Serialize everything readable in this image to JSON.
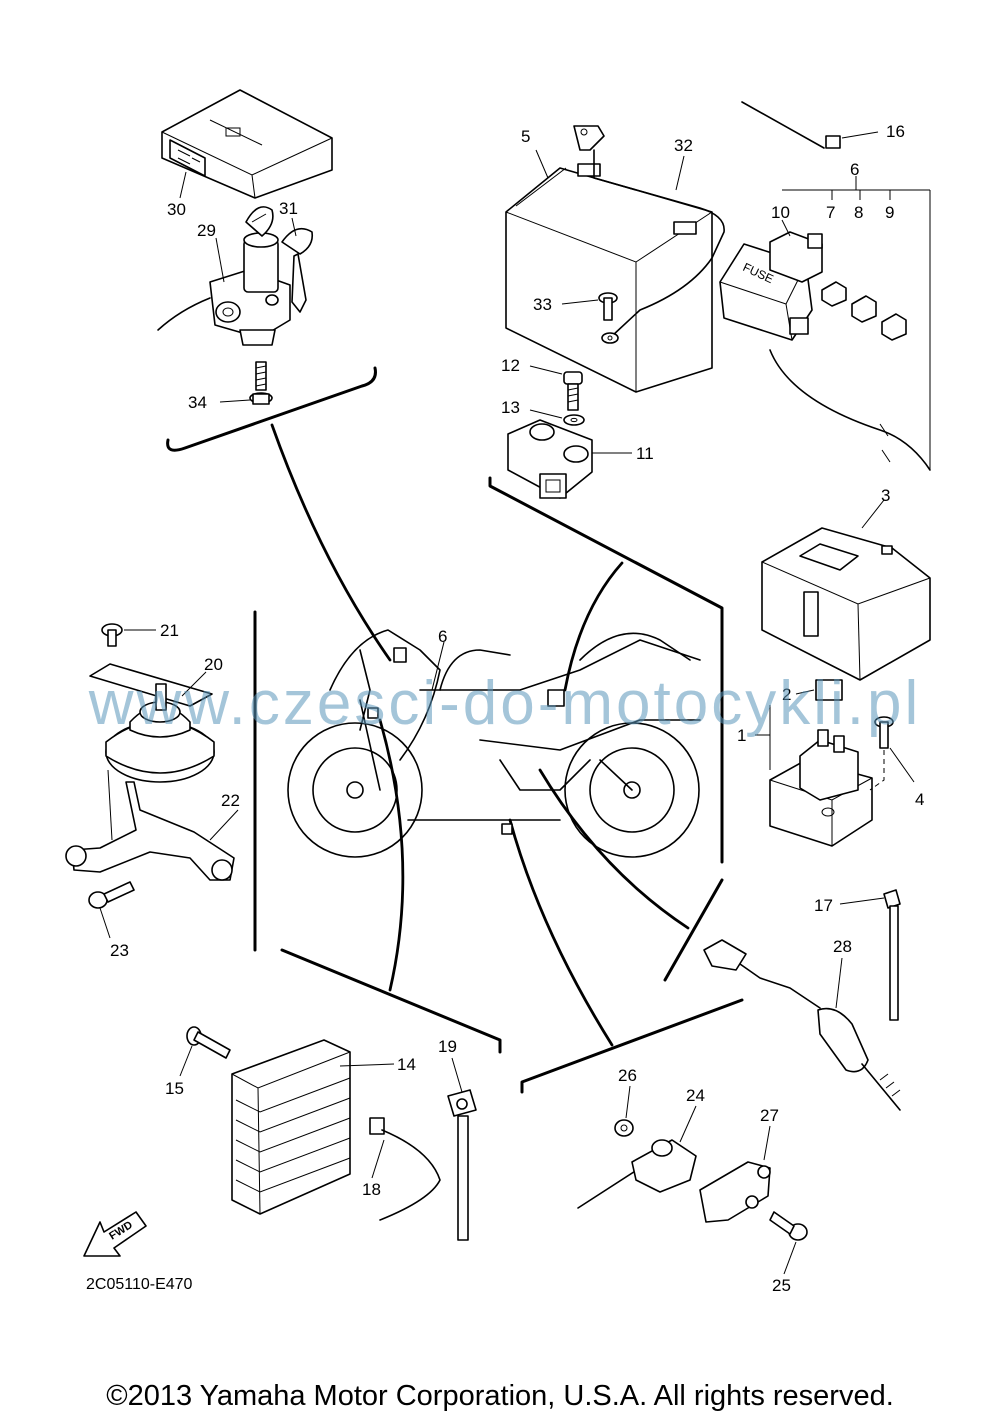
{
  "labels": {
    "l1": "1",
    "l2": "2",
    "l3": "3",
    "l4": "4",
    "l5": "5",
    "l6a": "6",
    "l6b": "6",
    "l7": "7",
    "l8": "8",
    "l9": "9",
    "l10": "10",
    "l11": "11",
    "l12": "12",
    "l13": "13",
    "l14": "14",
    "l15": "15",
    "l16": "16",
    "l17": "17",
    "l18": "18",
    "l19": "19",
    "l20": "20",
    "l21": "21",
    "l22": "22",
    "l23": "23",
    "l24": "24",
    "l25": "25",
    "l26": "26",
    "l27": "27",
    "l28": "28",
    "l29": "29",
    "l30": "30",
    "l31": "31",
    "l32": "32",
    "l33": "33",
    "l34": "34"
  },
  "fuse_box_label": "FUSE",
  "fwd_label": "FWD",
  "diagram_code": "2C05110-E470",
  "copyright": "©2013 Yamaha Motor Corporation, U.S.A. All rights reserved.",
  "watermark": "www.czesci-do-motocykli.pl",
  "colors": {
    "line": "#000000",
    "background": "#ffffff",
    "watermark": "#5a96b9"
  }
}
